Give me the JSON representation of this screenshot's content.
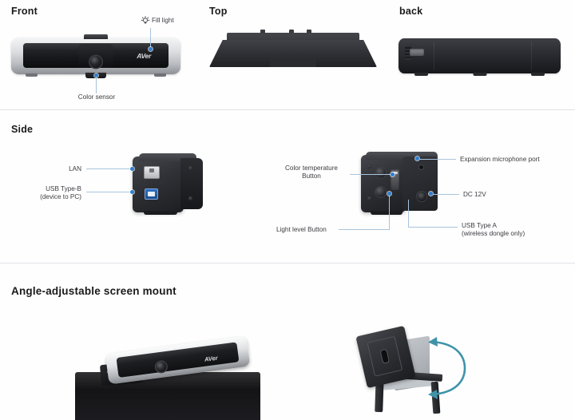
{
  "document": {
    "title": "AVer camera views and mount diagram"
  },
  "sections": {
    "views": {
      "front": {
        "heading": "Front"
      },
      "top": {
        "heading": "Top"
      },
      "back": {
        "heading": "back"
      },
      "callouts": {
        "fill_light": "Fill light",
        "color_sensor": "Color sensor"
      },
      "icons": {
        "fill_light": "lightbulb-icon"
      }
    },
    "side": {
      "heading": "Side",
      "callouts": {
        "lan": "LAN",
        "usb_type_b": "USB Type-B\n(device to PC)",
        "color_temperature_button": "Color temperature\nButton",
        "light_level_button": "Light level Button",
        "expansion_microphone_port": "Expansion microphone port",
        "dc_12v": "DC 12V",
        "usb_type_a": "USB Type A\n(wireless dongle only)"
      }
    },
    "mount": {
      "heading": "Angle-adjustable screen mount"
    }
  },
  "branding": {
    "logo": "AVer"
  },
  "colors": {
    "callout_dot": "#2e7fd4",
    "leader_line": "#a9c4dc",
    "heading_text": "#1a1a1a",
    "callout_text": "#3c3c41",
    "divider": "#e2e2e6",
    "tilt_arrow": "#3f93a8",
    "background": "#fefefe"
  }
}
